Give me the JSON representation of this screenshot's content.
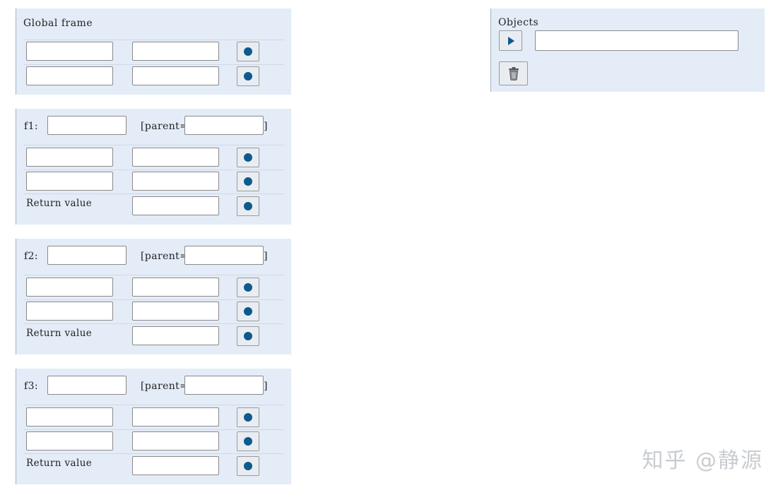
{
  "global_frame": {
    "title": "Global frame",
    "rows": [
      {
        "name_value": "",
        "value_value": ""
      },
      {
        "name_value": "",
        "value_value": ""
      }
    ]
  },
  "frames": [
    {
      "label": "f1:",
      "name_value": "",
      "parent_label": "[parent=",
      "parent_value": "",
      "close_bracket": "]",
      "rows": [
        {
          "name_value": "",
          "value_value": ""
        },
        {
          "name_value": "",
          "value_value": ""
        }
      ],
      "return_label": "Return value",
      "return_value": ""
    },
    {
      "label": "f2:",
      "name_value": "",
      "parent_label": "[parent=",
      "parent_value": "",
      "close_bracket": "]",
      "rows": [
        {
          "name_value": "",
          "value_value": ""
        },
        {
          "name_value": "",
          "value_value": ""
        }
      ],
      "return_label": "Return value",
      "return_value": ""
    },
    {
      "label": "f3:",
      "name_value": "",
      "parent_label": "[parent=",
      "parent_value": "",
      "close_bracket": "]",
      "rows": [
        {
          "name_value": "",
          "value_value": ""
        },
        {
          "name_value": "",
          "value_value": ""
        }
      ],
      "return_label": "Return value",
      "return_value": ""
    }
  ],
  "objects": {
    "title": "Objects",
    "input_value": "",
    "icons": {
      "play": "play-icon",
      "trash": "trash-icon",
      "pointer": "dot-icon"
    }
  },
  "watermark": "知乎 @静源",
  "colors": {
    "panel_bg": "#e3ecf7",
    "accent": "#0f5a8c"
  }
}
